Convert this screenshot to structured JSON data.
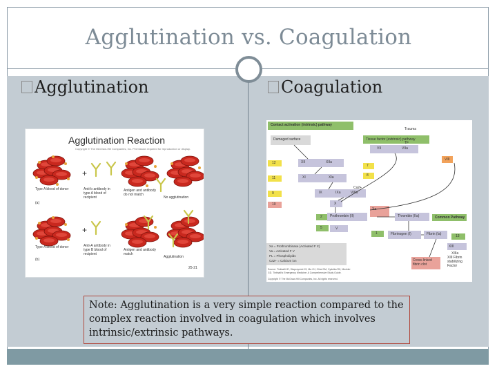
{
  "slide": {
    "title": "Agglutination vs. Coagulation",
    "left_heading": "Agglutination",
    "right_heading": "Coagulation",
    "note": "Note: Agglutination is a very simple reaction compared to the complex reaction involved in coagulation which involves intrinsic/extrinsic pathways."
  },
  "agglutination_figure": {
    "title": "Agglutination Reaction",
    "credit": "Copyright © The McGraw-Hill Companies, Inc. Permission required for reproduction or display.",
    "row_a": {
      "panel_label": "(a)",
      "cells_label": "Type A blood of donor",
      "antibody_label": "Anti-b antibody in type A blood of recipient",
      "complex_label": "Antigen and antibody do not match",
      "result_label": "No agglutination"
    },
    "row_b": {
      "panel_label": "(b)",
      "cells_label": "Type A blood of donor",
      "antibody_label": "Anti-A antibody in type B blood of recipient",
      "complex_label": "Antigen and antibody match",
      "result_label": "Agglutination"
    },
    "figure_number": "25-21",
    "plus": "+",
    "colors": {
      "cell": "#c8281e",
      "antigen": "#e6a33a",
      "antibody": "#c9c64a"
    }
  },
  "coagulation_figure": {
    "header_left": "Contact activation (intrinsic) pathway",
    "header_right": "Tissue factor (extrinsic) pathway",
    "damaged_surface": "Damaged surface",
    "trauma": "Trauma",
    "common_pathway": "Common Pathway",
    "prothrombin": "Prothrombin (II)",
    "thrombin": "Thrombin (IIa)",
    "fibrinogen": "Fibrinogen (I)",
    "fibrin": "Fibrin (Ia)",
    "crosslinked": "Cross-linked fibrin clot",
    "xiii_label": "XIII Fibrin stabilizing Factor",
    "factors": [
      "XII",
      "XIIa",
      "XI",
      "XIa",
      "IX",
      "IXa",
      "VIIIa",
      "X",
      "Xa",
      "V",
      "VII",
      "VIIa",
      "VIII",
      "Ca2+",
      "TF",
      "XIII",
      "XIIIa"
    ],
    "side_numbers": [
      "12",
      "11",
      "9",
      "10",
      "2",
      "5",
      "1",
      "13",
      "7",
      "8"
    ],
    "legend": [
      "Xa = Prothrombinase (Activated F X)",
      "Va = Activated F V",
      "PL = Phospholipids",
      "Ca2+ = Calcium ion"
    ],
    "source": "Source: Tintinalli JE, Stapczynski JS, Ma OJ, Cline DM, Cydulka RK, Meckler GD. Tintinalli's Emergency Medicine: A Comprehensive Study Guide.",
    "copyright": "Copyright © The McGraw-Hill Companies, Inc. All rights reserved.",
    "colors": {
      "green": "#8fbf6a",
      "yellow": "#f2e14a",
      "pink": "#e9a29a",
      "lavender": "#c6c4dc",
      "gray": "#d9d9d9"
    }
  }
}
